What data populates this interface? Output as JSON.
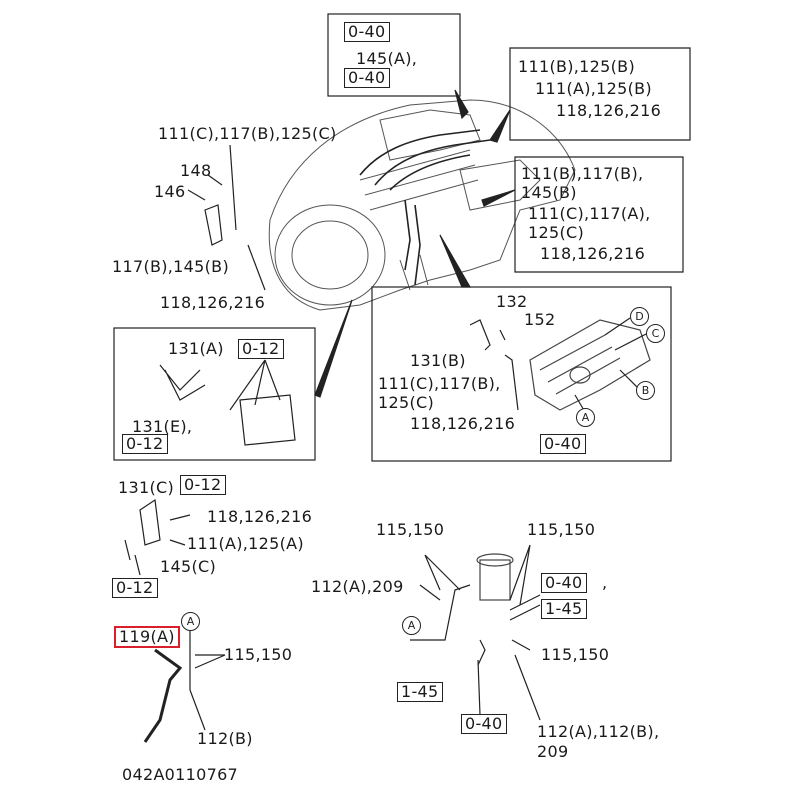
{
  "document_id": "042A0110767",
  "highlight_color": "#d81f2a",
  "top_inset": {
    "ref_1": "0-40",
    "part_a": "145(A),",
    "ref_2": "0-40"
  },
  "right_top_inset": {
    "line1": "111(B),125(B)",
    "line2": "111(A),125(B)",
    "line3": "118,126,216"
  },
  "right_mid_inset": {
    "line1": "111(B),117(B),",
    "line2": "145(B)",
    "line3": "111(C),117(A),",
    "line4": "125(C)",
    "line5": "118,126,216"
  },
  "left_upper": {
    "line1": "111(C),117(B),125(C)",
    "p148": "148",
    "p146": "146",
    "line_bottom": "117(B),145(B)",
    "line_bolts": "118,126,216"
  },
  "left_inset": {
    "p131a": "131(A)",
    "ref_a": "0-12",
    "p131e": "131(E),",
    "ref_b": "0-12"
  },
  "pump_inset": {
    "p132": "132",
    "p152": "152",
    "p131b": "131(B)",
    "line1": "111(C),117(B),",
    "line2": "125(C)",
    "line3": "118,126,216",
    "ref": "0-40",
    "mark_d": "D",
    "mark_c": "C",
    "mark_b": "B",
    "mark_a": "A"
  },
  "left_lower": {
    "p131c": "131(C)",
    "ref_a": "0-12",
    "bolts": "118,126,216",
    "line2": "111(A),125(A)",
    "p145c": "145(C)",
    "ref_b": "0-12"
  },
  "pipe_119": {
    "part": "119(A)",
    "mark_a": "A",
    "washers": "115,150",
    "bolt": "112(B)"
  },
  "filter_group": {
    "washers_left": "115,150",
    "washers_right": "115,150",
    "bolt_left": "112(A),209",
    "ref_a": "0-40",
    "comma": ",",
    "ref_b": "1-45",
    "washers_low": "115,150",
    "mark_a": "A",
    "ref_c": "1-45",
    "ref_d": "0-40",
    "bolt_right_1": "112(A),112(B),",
    "bolt_right_2": "209"
  }
}
